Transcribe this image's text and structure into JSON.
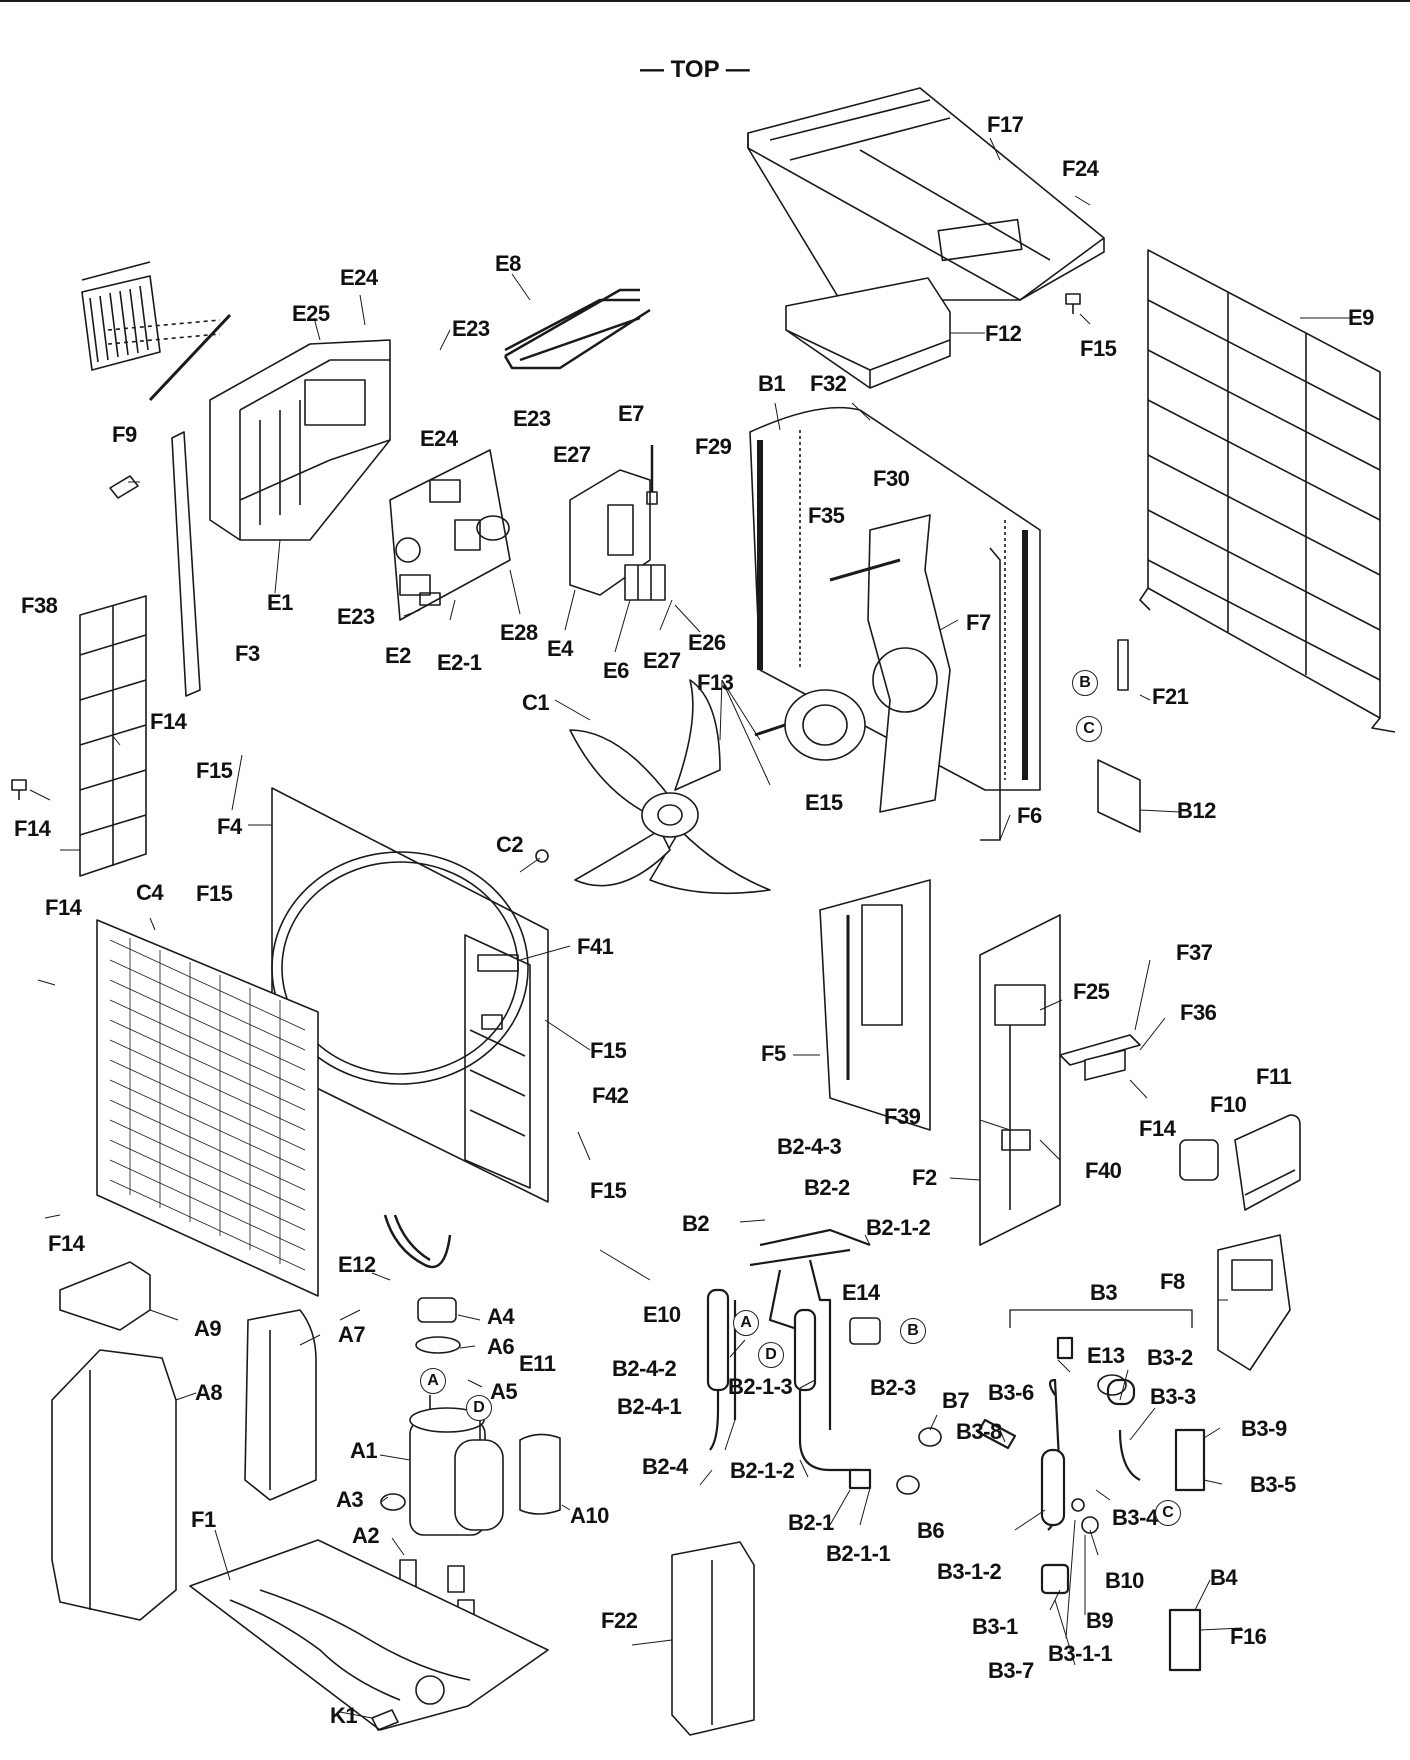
{
  "title": "— TOP —",
  "labels": {
    "F17": "F17",
    "F24": "F24",
    "F12": "F12",
    "F15": "F15",
    "E9": "E9",
    "E8": "E8",
    "E24": "E24",
    "E25": "E25",
    "E23": "E23",
    "B1": "B1",
    "F32": "F32",
    "F29": "F29",
    "E7": "E7",
    "E27": "E27",
    "F30": "F30",
    "F35": "F35",
    "F9": "F9",
    "E1": "E1",
    "E2": "E2",
    "E2-1": "E2-1",
    "E28": "E28",
    "E4": "E4",
    "E6": "E6",
    "E26": "E26",
    "F38": "F38",
    "F3": "F3",
    "F7": "F7",
    "F13": "F13",
    "C1": "C1",
    "F21": "F21",
    "F14": "F14",
    "E15": "E15",
    "F6": "F6",
    "B12": "B12",
    "F4": "F4",
    "C2": "C2",
    "C4": "C4",
    "F41": "F41",
    "F37": "F37",
    "F25": "F25",
    "F36": "F36",
    "F5": "F5",
    "F42": "F42",
    "F11": "F11",
    "F10": "F10",
    "F39": "F39",
    "F2": "F2",
    "F40": "F40",
    "B2-4-3": "B2-4-3",
    "B2-2": "B2-2",
    "B2": "B2",
    "B2-1-2": "B2-1-2",
    "E12": "E12",
    "E10": "E10",
    "E14": "E14",
    "F8": "F8",
    "B3": "B3",
    "A9": "A9",
    "A7": "A7",
    "A4": "A4",
    "A6": "A6",
    "E11": "E11",
    "A5": "A5",
    "A8": "A8",
    "B2-4-2": "B2-4-2",
    "B2-1-3": "B2-1-3",
    "B2-3": "B2-3",
    "B2-4-1": "B2-4-1",
    "E13": "E13",
    "B3-2": "B3-2",
    "B3-6": "B3-6",
    "B3-3": "B3-3",
    "B3-9": "B3-9",
    "B7": "B7",
    "B3-8": "B3-8",
    "A1": "A1",
    "B2-4": "B2-4",
    "B3-5": "B3-5",
    "A3": "A3",
    "A10": "A10",
    "F1": "F1",
    "A2": "A2",
    "B2-1": "B2-1",
    "B6": "B6",
    "B3-4": "B3-4",
    "B2-1-1": "B2-1-1",
    "B3-1-2": "B3-1-2",
    "B10": "B10",
    "B4": "B4",
    "F22": "F22",
    "B3-1": "B3-1",
    "B9": "B9",
    "F16": "F16",
    "B3-1-1": "B3-1-1",
    "B3-7": "B3-7",
    "K1": "K1"
  },
  "markers": {
    "A": "A",
    "B": "B",
    "C": "C",
    "D": "D"
  }
}
